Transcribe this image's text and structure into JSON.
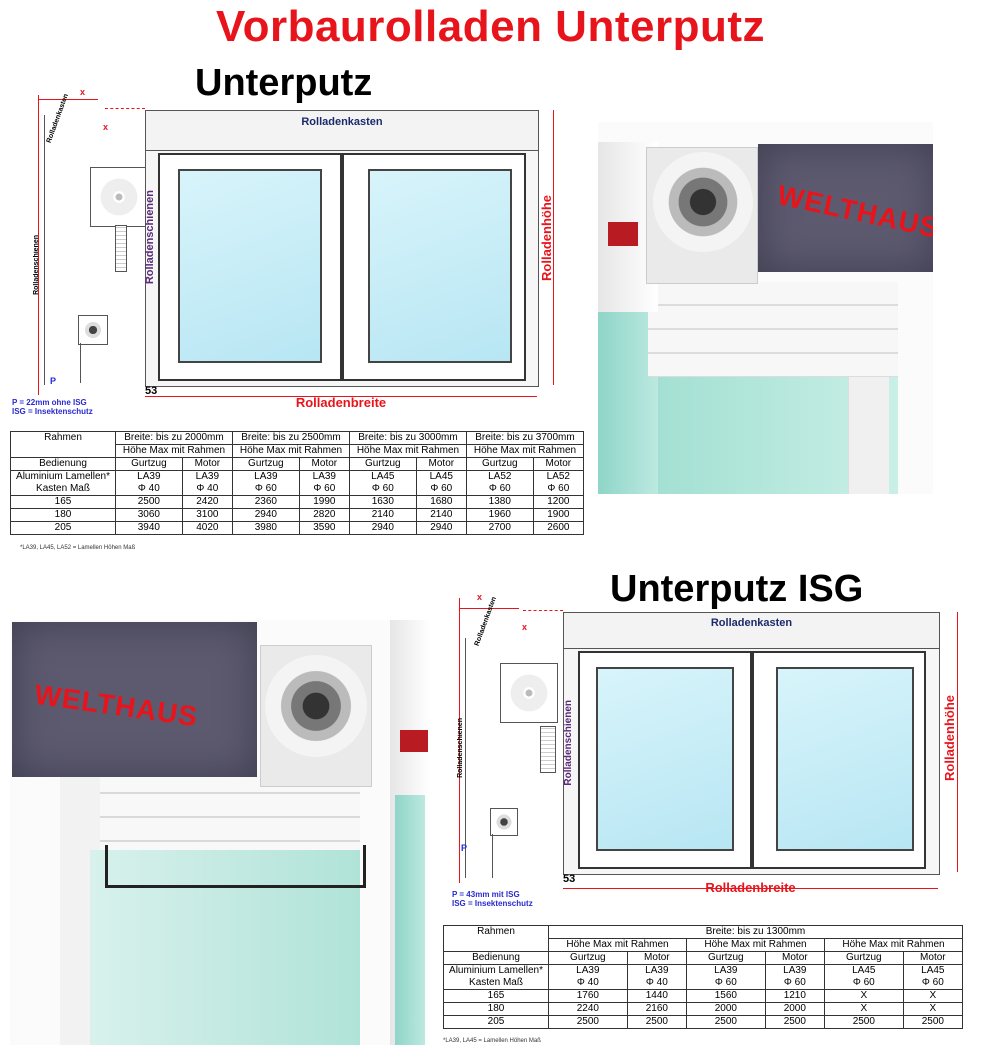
{
  "title": "Vorbaurolladen Unterputz",
  "section1": {
    "title": "Unterputz",
    "box_label": "Rolladenkasten",
    "rails_label": "Rolladenschienen",
    "height_label": "Rolladenhöhe",
    "width_label": "Rolladenbreite",
    "dim_53": "53",
    "x_label": "x",
    "p_label": "P",
    "side_box_label": "Rolladenkasten",
    "side_rail_label": "Rolladenschienen",
    "note_p": "P = 22mm ohne ISG",
    "note_isg": "ISG = Insektenschutz",
    "brand": "WELTHAUS",
    "table": {
      "header_row1": [
        "Rahmen",
        "Breite: bis zu 2000mm",
        "Breite: bis zu 2500mm",
        "Breite: bis zu 3000mm",
        "Breite: bis zu 3700mm"
      ],
      "header_row2": [
        "Höhe Max mit Rahmen",
        "Höhe Max mit Rahmen",
        "Höhe Max mit Rahmen",
        "Höhe Max mit Rahmen"
      ],
      "bedienung": [
        "Bedienung",
        "Gurtzug",
        "Motor",
        "Gurtzug",
        "Motor",
        "Gurtzug",
        "Motor",
        "Gurtzug",
        "Motor"
      ],
      "lamellen_label1": "Aluminium Lamellen*",
      "lamellen_label2": "Kasten Maß",
      "lamellen": [
        [
          "LA39",
          "Φ 40"
        ],
        [
          "LA39",
          "Φ 40"
        ],
        [
          "LA39",
          "Φ 60"
        ],
        [
          "LA39",
          "Φ 60"
        ],
        [
          "LA45",
          "Φ 60"
        ],
        [
          "LA45",
          "Φ 60"
        ],
        [
          "LA52",
          "Φ 60"
        ],
        [
          "LA52",
          "Φ 60"
        ]
      ],
      "rows": [
        [
          "165",
          "2500",
          "2420",
          "2360",
          "1990",
          "1630",
          "1680",
          "1380",
          "1200"
        ],
        [
          "180",
          "3060",
          "3100",
          "2940",
          "2820",
          "2140",
          "2140",
          "1960",
          "1900"
        ],
        [
          "205",
          "3940",
          "4020",
          "3980",
          "3590",
          "2940",
          "2940",
          "2700",
          "2600"
        ]
      ],
      "footnote": "*LA39, LA45, LA52 = Lamellen Höhen Maß"
    }
  },
  "section2": {
    "title": "Unterputz ISG",
    "box_label": "Rolladenkasten",
    "rails_label": "Rolladenschienen",
    "height_label": "Rolladenhöhe",
    "width_label": "Rolladenbreite",
    "dim_53": "53",
    "x_label": "x",
    "p_label": "P",
    "side_box_label": "Rolladenkasten",
    "side_rail_label": "Rolladenschienen",
    "note_p": "P = 43mm mit ISG",
    "note_isg": "ISG = Insektenschutz",
    "brand": "WELTHAUS",
    "table": {
      "header_row1": [
        "Rahmen",
        "Breite: bis zu 1300mm"
      ],
      "header_row2": [
        "Höhe Max mit Rahmen",
        "Höhe Max mit Rahmen",
        "Höhe Max mit Rahmen"
      ],
      "bedienung": [
        "Bedienung",
        "Gurtzug",
        "Motor",
        "Gurtzug",
        "Motor",
        "Gurtzug",
        "Motor"
      ],
      "lamellen_label1": "Aluminium Lamellen*",
      "lamellen_label2": "Kasten Maß",
      "lamellen": [
        [
          "LA39",
          "Φ 40"
        ],
        [
          "LA39",
          "Φ 40"
        ],
        [
          "LA39",
          "Φ 60"
        ],
        [
          "LA39",
          "Φ 60"
        ],
        [
          "LA45",
          "Φ 60"
        ],
        [
          "LA45",
          "Φ 60"
        ]
      ],
      "rows": [
        [
          "165",
          "1760",
          "1440",
          "1560",
          "1210",
          "X",
          "X"
        ],
        [
          "180",
          "2240",
          "2160",
          "2000",
          "2000",
          "X",
          "X"
        ],
        [
          "205",
          "2500",
          "2500",
          "2500",
          "2500",
          "2500",
          "2500"
        ]
      ],
      "footnote": "*LA39, LA45 = Lamellen Höhen Maß"
    }
  },
  "colors": {
    "title_red": "#e8141b",
    "box_grey": "#5d5a70",
    "glass": "#c6ecf5"
  }
}
